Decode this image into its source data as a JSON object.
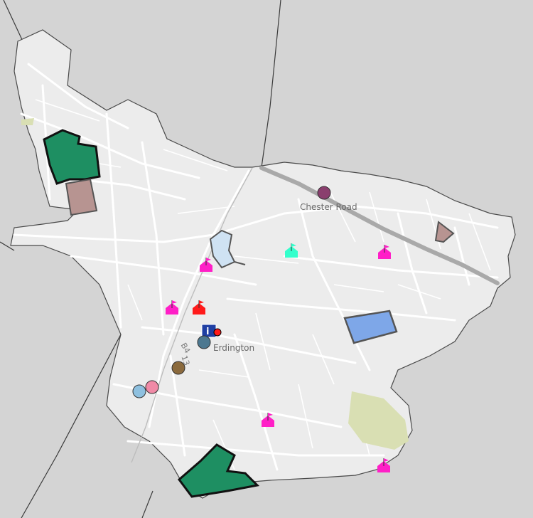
{
  "map": {
    "labels": {
      "chester_road": "Chester Road",
      "erdington": "Erdington",
      "road_b4": "B4",
      "road_13": "13"
    },
    "info_marker_glyph": "i",
    "colors": {
      "background": "#d4d4d4",
      "ward_fill": "#ececec",
      "park_green": "#1e8f62",
      "brownfield": "#b79491",
      "water_lightblue": "#cfe2f3",
      "blue_area": "#7ea7e8",
      "open_space": "#d9dfb3",
      "flag_magenta": "#ff1fc7",
      "flag_red": "#ff1a1a",
      "flag_cyan": "#33ffcc",
      "station_purple": "#8a3f6e",
      "info_blue": "#1f3fa3"
    },
    "icons": [
      "flag-icon",
      "station-icon",
      "info-icon",
      "circle-marker-icon"
    ]
  }
}
